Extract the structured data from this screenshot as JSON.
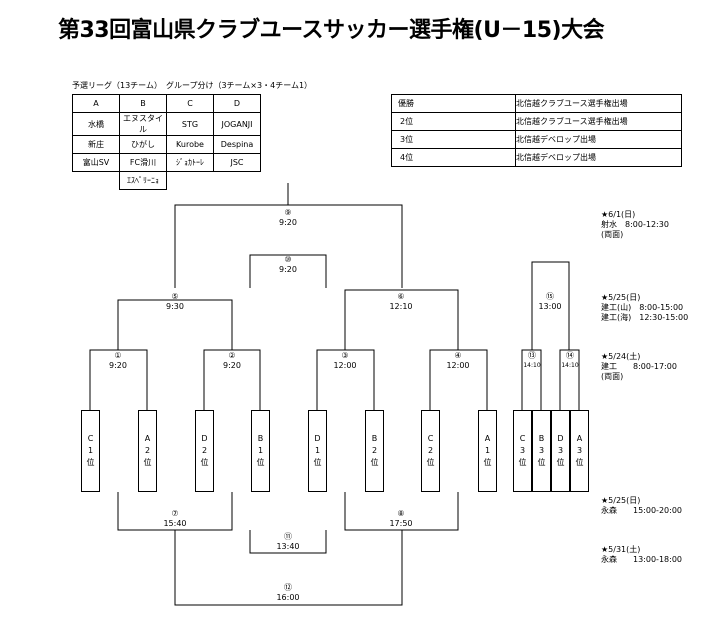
{
  "title": "第33回富山県クラブユースサッカー選手権(U－15)大会",
  "prelim_caption": "予選リーグ（13チーム）　グループ分け（3チーム×3・4チーム1）",
  "groups": {
    "headers": [
      "A",
      "B",
      "C",
      "D"
    ],
    "rows": [
      [
        "水橋",
        "エヌスタイル",
        "STG",
        "JOGANJI"
      ],
      [
        "新庄",
        "ひがし",
        "Kurobe",
        "Despina"
      ],
      [
        "富山SV",
        "FC滑川",
        "ｼﾞｮｶﾄｰﾚ",
        "JSC"
      ],
      [
        "",
        "ｴｽﾍﾟﾘｰﾆｮ",
        "",
        ""
      ]
    ]
  },
  "results": [
    {
      "rank": "優勝",
      "dest": "北信越クラブユース選手権出場"
    },
    {
      "rank": "2位",
      "dest": "北信越クラブユース選手権出場"
    },
    {
      "rank": "3位",
      "dest": "北信越デベロップ出場"
    },
    {
      "rank": "4位",
      "dest": "北信越デベロップ出場"
    }
  ],
  "matches": {
    "m1": {
      "num": "①",
      "time": "9:20"
    },
    "m2": {
      "num": "②",
      "time": "9:20"
    },
    "m3": {
      "num": "③",
      "time": "12:00"
    },
    "m4": {
      "num": "④",
      "time": "12:00"
    },
    "m5": {
      "num": "⑤",
      "time": "9:30"
    },
    "m6": {
      "num": "⑥",
      "time": "12:10"
    },
    "m7": {
      "num": "⑦",
      "time": "15:40"
    },
    "m8": {
      "num": "⑧",
      "time": "17:50"
    },
    "m9": {
      "num": "⑨",
      "time": "9:20"
    },
    "m10": {
      "num": "⑩",
      "time": "9:20"
    },
    "m11": {
      "num": "⑪",
      "time": "13:40"
    },
    "m12": {
      "num": "⑫",
      "time": "16:00"
    },
    "m13": {
      "num": "⑬",
      "time": "14:10"
    },
    "m14": {
      "num": "⑭",
      "time": "14:10"
    },
    "m15": {
      "num": "⑮",
      "time": "13:00"
    }
  },
  "teams": [
    [
      "C",
      "1",
      "位"
    ],
    [
      "A",
      "2",
      "位"
    ],
    [
      "D",
      "2",
      "位"
    ],
    [
      "B",
      "1",
      "位"
    ],
    [
      "D",
      "1",
      "位"
    ],
    [
      "B",
      "2",
      "位"
    ],
    [
      "C",
      "2",
      "位"
    ],
    [
      "A",
      "1",
      "位"
    ],
    [
      "C",
      "3",
      "位"
    ],
    [
      "B",
      "3",
      "位"
    ],
    [
      "D",
      "3",
      "位"
    ],
    [
      "A",
      "3",
      "位"
    ]
  ],
  "schedule": {
    "s1": {
      "date": "★6/1(日)",
      "line1": "射水　8:00-12:30",
      "line2": "(両面)"
    },
    "s2": {
      "date": "★5/25(日)",
      "line1": "建工(山)　8:00-15:00",
      "line2": "建工(海)　12:30-15:00"
    },
    "s3": {
      "date": "★5/24(土)",
      "line1": "建工　　8:00-17:00",
      "line2": "(両面)"
    },
    "s4": {
      "date": "★5/25(日)",
      "line1": "永森　　15:00-20:00"
    },
    "s5": {
      "date": "★5/31(土)",
      "line1": "永森　　13:00-18:00"
    }
  }
}
